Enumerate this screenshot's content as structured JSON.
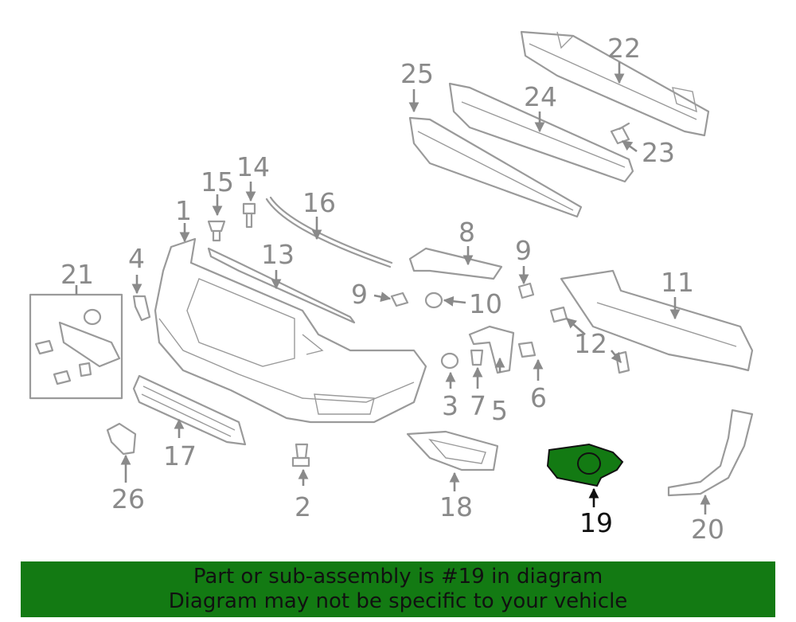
{
  "highlight_color": "#137a13",
  "part_color": "#9a9a9a",
  "highlight_part": "19",
  "labels": {
    "p1": "1",
    "p2": "2",
    "p3": "3",
    "p4": "4",
    "p5": "5",
    "p6": "6",
    "p7": "7",
    "p8": "8",
    "p9a": "9",
    "p9b": "9",
    "p10": "10",
    "p11": "11",
    "p12": "12",
    "p13": "13",
    "p14": "14",
    "p15": "15",
    "p16": "16",
    "p17": "17",
    "p18": "18",
    "p19": "19",
    "p20": "20",
    "p21": "21",
    "p22": "22",
    "p23": "23",
    "p24": "24",
    "p25": "25",
    "p26": "26"
  },
  "banner": {
    "line1": "Part or sub-assembly is #19 in diagram",
    "line2": "Diagram may not be specific to your vehicle"
  }
}
